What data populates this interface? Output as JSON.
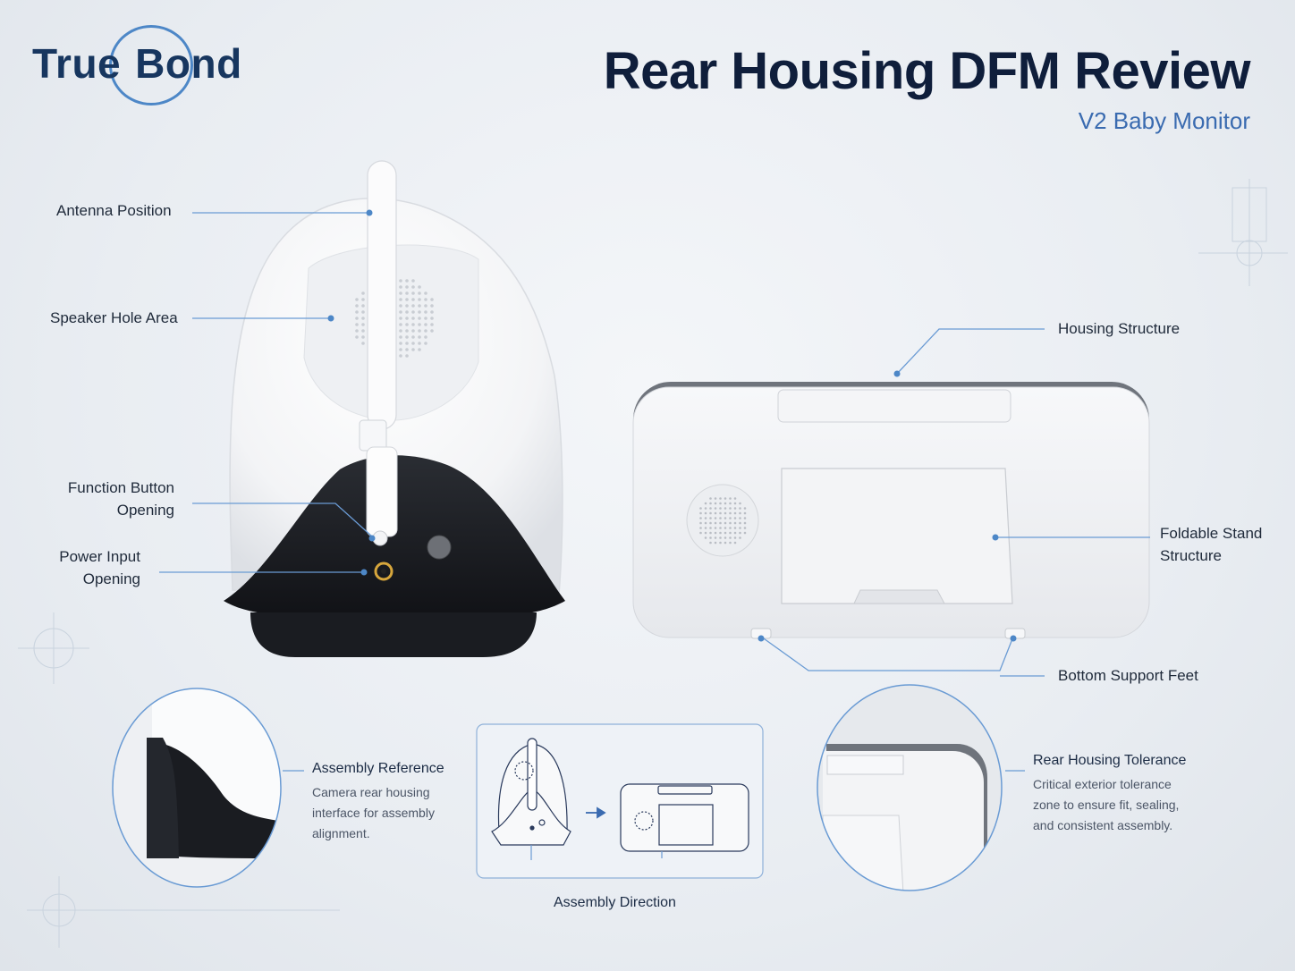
{
  "header": {
    "logo_word_1": "True",
    "logo_word_2": "Bond",
    "title": "Rear Housing DFM Review",
    "subtitle": "V2 Baby Monitor"
  },
  "camera_callouts": {
    "antenna_position": "Antenna Position",
    "speaker_hole_area": "Speaker Hole Area",
    "function_button_line1": "Function Button",
    "function_button_line2": "Opening",
    "power_input_line1": "Power Input",
    "power_input_line2": "Opening"
  },
  "monitor_callouts": {
    "housing_structure": "Housing Structure",
    "foldable_stand_line1": "Foldable Stand",
    "foldable_stand_line2": "Structure",
    "bottom_support_feet": "Bottom Support Feet"
  },
  "details": {
    "assembly_reference": {
      "title": "Assembly Reference",
      "line1": "Camera rear housing",
      "line2": "interface for assembly",
      "line3": "alignment."
    },
    "assembly_direction": {
      "caption": "Assembly Direction"
    },
    "rear_housing_tolerance": {
      "title": "Rear Housing Tolerance",
      "line1": "Critical exterior tolerance",
      "line2": "zone to ensure fit, sealing,",
      "line3": "and consistent assembly."
    }
  },
  "colors": {
    "accent": "#4d87c7",
    "title": "#0f1e3b",
    "callout_line": "#6a9bd4",
    "camera_shell": "#ffffff",
    "camera_base": "#1d1f24",
    "monitor_shell": "#f2f3f5",
    "monitor_edge": "#6f747c"
  },
  "icons": {
    "assembly_arrow": "arrow-right-icon",
    "crosshair": "crosshair-icon"
  }
}
